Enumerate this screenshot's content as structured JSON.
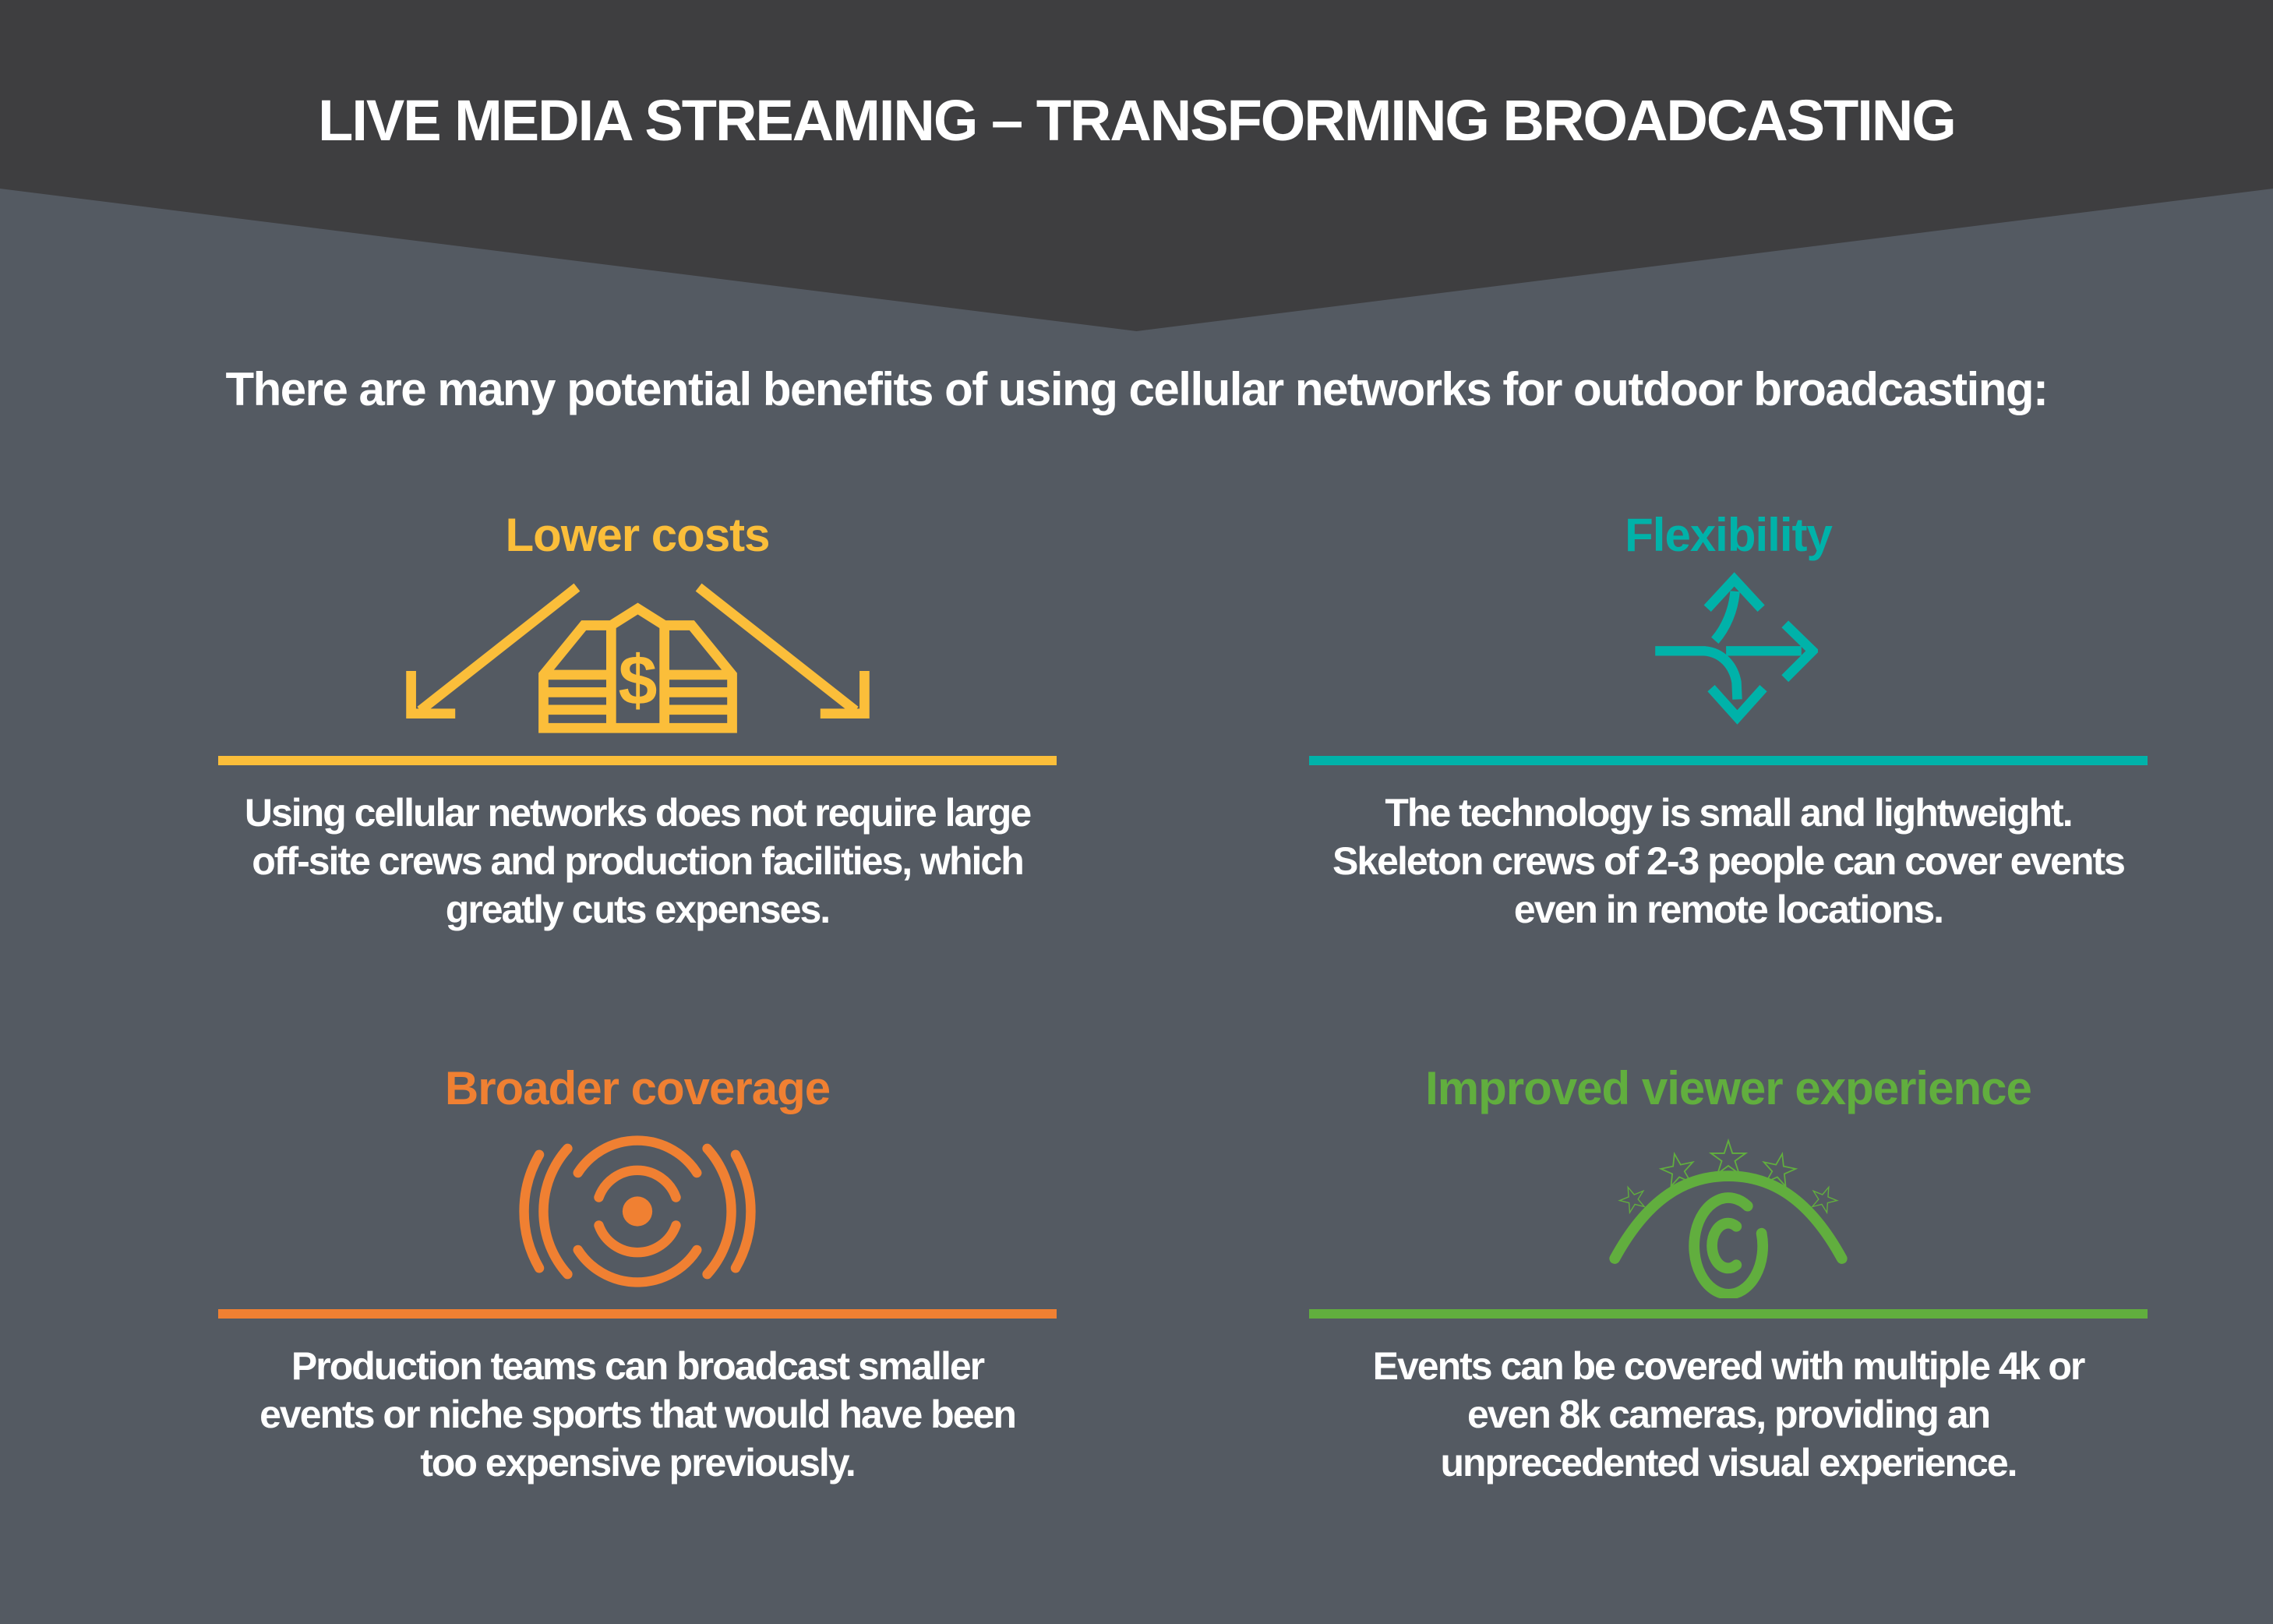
{
  "header": {
    "title": "LIVE MEDIA STREAMING – TRANSFORMING BROADCASTING"
  },
  "intro": {
    "text": "There are many potential benefits of using cellular networks for outdoor broadcasting:"
  },
  "sections": [
    {
      "id": "lower-costs",
      "title": "Lower costs",
      "accent": "#FBBE3A",
      "icon": "money-stack-decrease-icon",
      "currency_symbol": "$",
      "body": "Using cellular networks does not require large\noff-site crews and production facilities, which\ngreatly cuts expenses."
    },
    {
      "id": "flexibility",
      "title": "Flexibility",
      "accent": "#00B2A9",
      "icon": "branching-arrows-icon",
      "body": "The technology is small and lightweight.\nSkeleton crews of 2-3 people can cover events\neven in remote locations."
    },
    {
      "id": "broader-coverage",
      "title": "Broader coverage",
      "accent": "#F08032",
      "icon": "signal-waves-icon",
      "body": "Production teams can broadcast smaller\nevents or niche sports that would have been\ntoo expensive previously."
    },
    {
      "id": "improved-viewer-experience",
      "title": "Improved viewer experience",
      "accent": "#61AE3E",
      "icon": "eye-with-stars-icon",
      "body": "Events can be covered with multiple 4k or\neven 8k cameras, providing an\nunprecedented visual experience."
    }
  ],
  "colors": {
    "background": "#545A62",
    "header_band": "#3E3E40",
    "text": "#FFFFFF"
  }
}
